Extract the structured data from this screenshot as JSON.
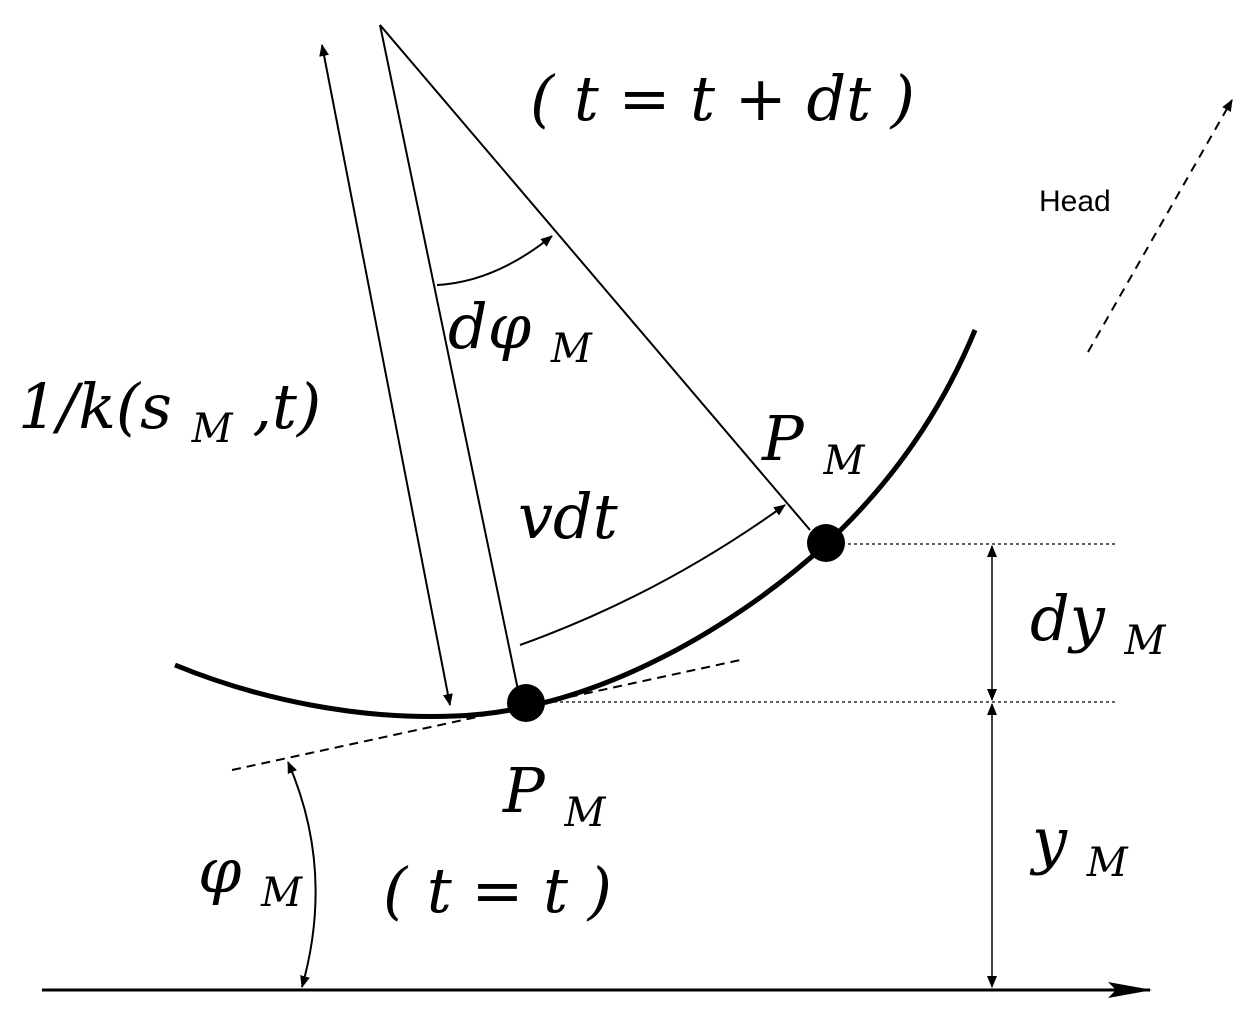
{
  "labels": {
    "time_next": "( t = t + dt )",
    "head": "Head",
    "dphi": {
      "base": "dφ",
      "sub": "M"
    },
    "radius": {
      "prefix": "1/k(s",
      "sub": "M",
      "suffix": ",t)"
    },
    "point_next": {
      "base": "P",
      "sub": "M"
    },
    "vdt": "vdt",
    "dy": {
      "base": "dy",
      "sub": "M"
    },
    "point_now": {
      "base": "P",
      "sub": "M"
    },
    "time_now": "( t = t )",
    "y": {
      "base": "y",
      "sub": "M"
    },
    "phi": {
      "base": "φ",
      "sub": "M"
    }
  }
}
